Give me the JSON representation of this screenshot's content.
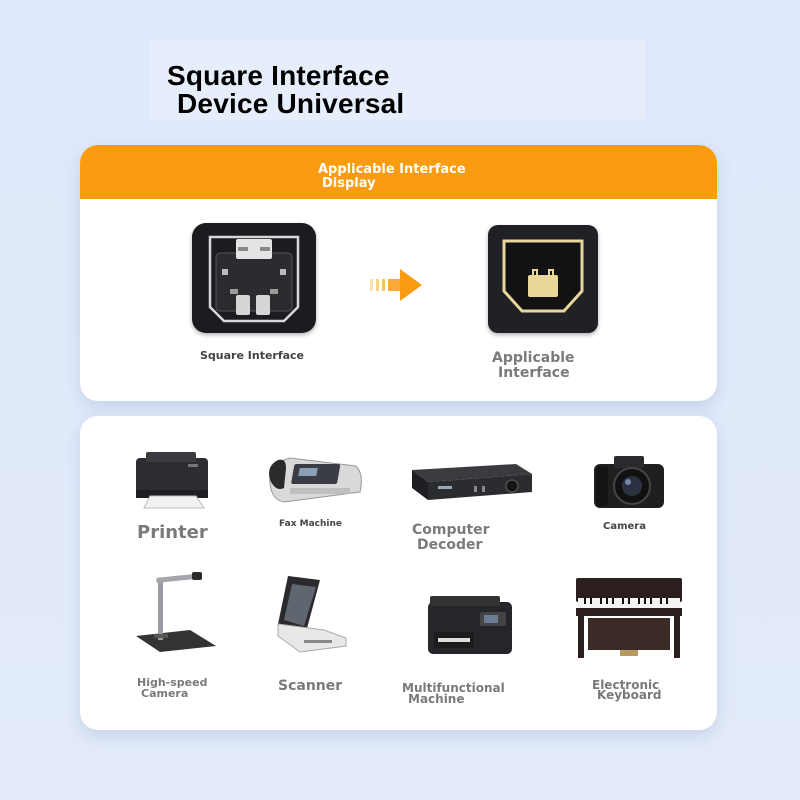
{
  "title": {
    "line1": "Square Interface",
    "line2": "Device Universal"
  },
  "interface_panel": {
    "header_line1": "Applicable Interface",
    "header_line2": "Display",
    "left_label": "Square Interface",
    "right_label_line1": "Applicable",
    "right_label_line2": "Interface",
    "icons": [
      "square-port-icon",
      "arrow-right-icon",
      "usb-b-port-icon"
    ],
    "accent_color": "#fb9c10"
  },
  "devices": [
    {
      "label_lines": [
        "Printer"
      ],
      "icon": "printer-icon"
    },
    {
      "label_lines": [
        "Fax Machine"
      ],
      "icon": "fax-machine-icon"
    },
    {
      "label_lines": [
        "Computer",
        "Decoder"
      ],
      "icon": "decoder-icon"
    },
    {
      "label_lines": [
        "Camera"
      ],
      "icon": "camera-icon"
    },
    {
      "label_lines": [
        "High-speed",
        "Camera"
      ],
      "icon": "document-camera-icon"
    },
    {
      "label_lines": [
        "Scanner"
      ],
      "icon": "scanner-icon"
    },
    {
      "label_lines": [
        "Multifunctional",
        "Machine"
      ],
      "icon": "multifunction-printer-icon"
    },
    {
      "label_lines": [
        "Electronic",
        "Keyboard"
      ],
      "icon": "digital-piano-icon"
    }
  ]
}
